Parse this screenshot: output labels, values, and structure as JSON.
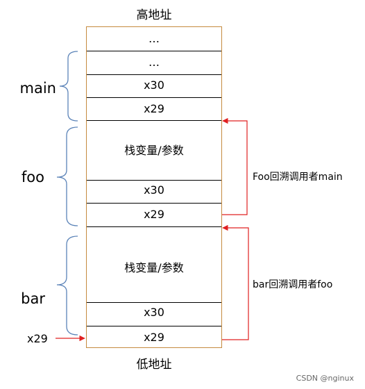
{
  "title_top": "高地址",
  "title_bottom": "低地址",
  "cells": [
    "…",
    "…",
    "x30",
    "x29",
    "栈变量/参数",
    "x30",
    "x29",
    "栈变量/参数",
    "x30",
    "x29"
  ],
  "frames": [
    "main",
    "foo",
    "bar"
  ],
  "arrows": [
    "Foo回溯调用者main",
    "bar回溯调用者foo"
  ],
  "pointer": "x29",
  "watermark": "CSDN @nginux",
  "colors": {
    "cell_border": "#c58a3e",
    "brace": "#5b83b8",
    "arrow": "#e02020"
  }
}
